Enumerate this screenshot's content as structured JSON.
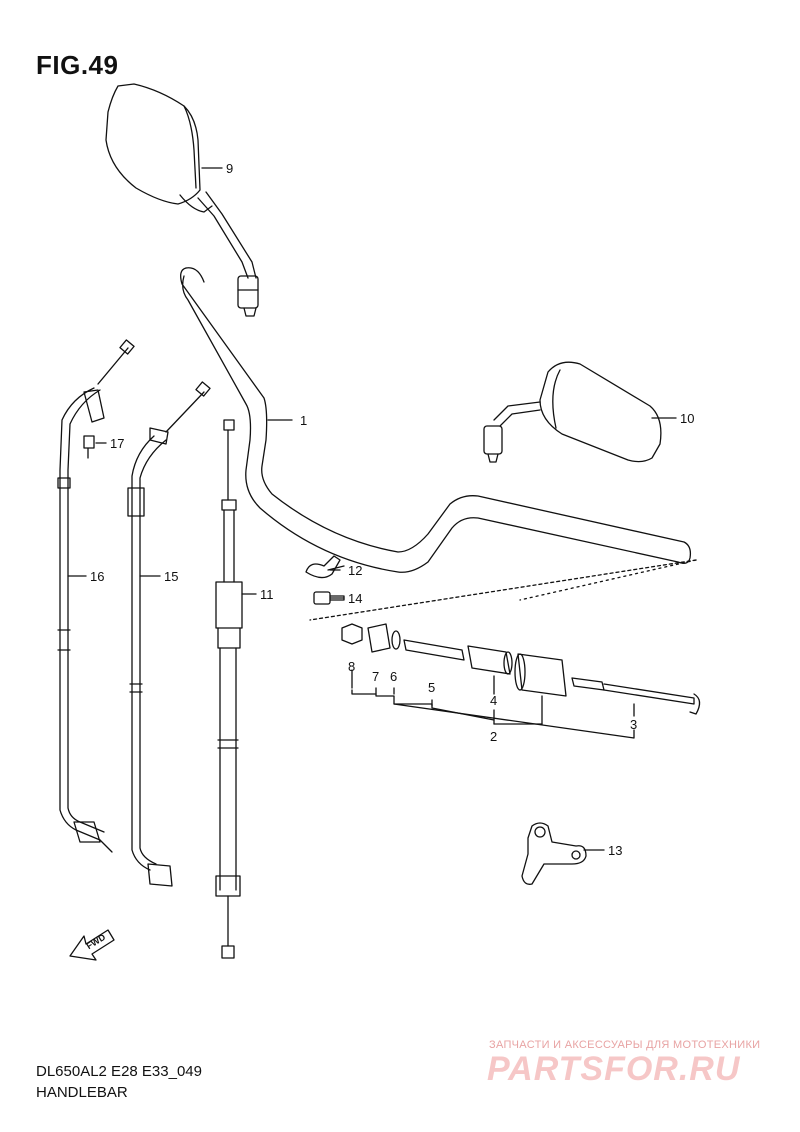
{
  "figure": {
    "title": "FIG.49",
    "code": "DL650AL2 E28 E33_049",
    "name": "HANDLEBAR"
  },
  "fwd_label": "FWD",
  "parts": [
    {
      "key": "p1",
      "number": "1"
    },
    {
      "key": "p2",
      "number": "2"
    },
    {
      "key": "p3",
      "number": "3"
    },
    {
      "key": "p4",
      "number": "4"
    },
    {
      "key": "p5",
      "number": "5"
    },
    {
      "key": "p6",
      "number": "6"
    },
    {
      "key": "p7",
      "number": "7"
    },
    {
      "key": "p8",
      "number": "8"
    },
    {
      "key": "p9",
      "number": "9"
    },
    {
      "key": "p10",
      "number": "10"
    },
    {
      "key": "p11",
      "number": "11"
    },
    {
      "key": "p12",
      "number": "12"
    },
    {
      "key": "p13",
      "number": "13"
    },
    {
      "key": "p14",
      "number": "14"
    },
    {
      "key": "p15",
      "number": "15"
    },
    {
      "key": "p16",
      "number": "16"
    },
    {
      "key": "p17",
      "number": "17"
    }
  ],
  "watermark": {
    "small_text": "ЗАПЧАСТИ И АКСЕССУАРЫ ДЛЯ МОТОТЕХНИКИ",
    "brand_text": "PARTSFOR.RU",
    "color": "#e8a3a3"
  }
}
